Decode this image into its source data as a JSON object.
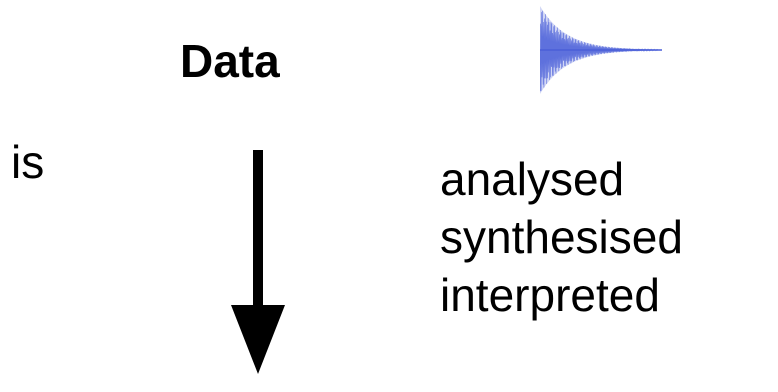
{
  "title": "Data",
  "subject": "is",
  "verbs": [
    "analysed",
    "synthesised",
    "interpreted"
  ],
  "icons": {
    "flow": "down-arrow-icon",
    "signal": "decaying-waveform-icon"
  },
  "colors": {
    "text": "#000000",
    "waveform": "#4a5fd8",
    "background": "#ffffff"
  }
}
